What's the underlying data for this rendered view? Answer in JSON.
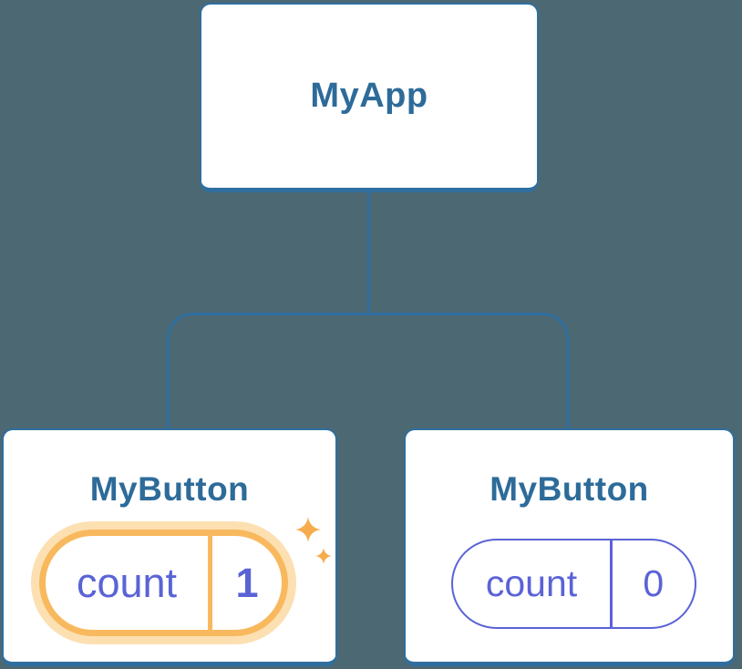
{
  "diagram": {
    "root": {
      "label": "MyApp"
    },
    "children": [
      {
        "label": "MyButton",
        "state_key": "count",
        "state_value": "1",
        "highlighted": true
      },
      {
        "label": "MyButton",
        "state_key": "count",
        "state_value": "0",
        "highlighted": false
      }
    ]
  },
  "icons": {
    "sparkle_large": "sparkle-icon",
    "sparkle_small": "sparkle-icon"
  },
  "colors": {
    "background": "#4c6872",
    "card_bg": "#ffffff",
    "line_blue": "#2f6f9f",
    "label_blue": "#2d6b99",
    "state_purple": "#5a63d6",
    "highlight_orange": "#f8b95e",
    "highlight_glow": "#fce0b2",
    "sparkle_orange": "#f6ac4d"
  }
}
